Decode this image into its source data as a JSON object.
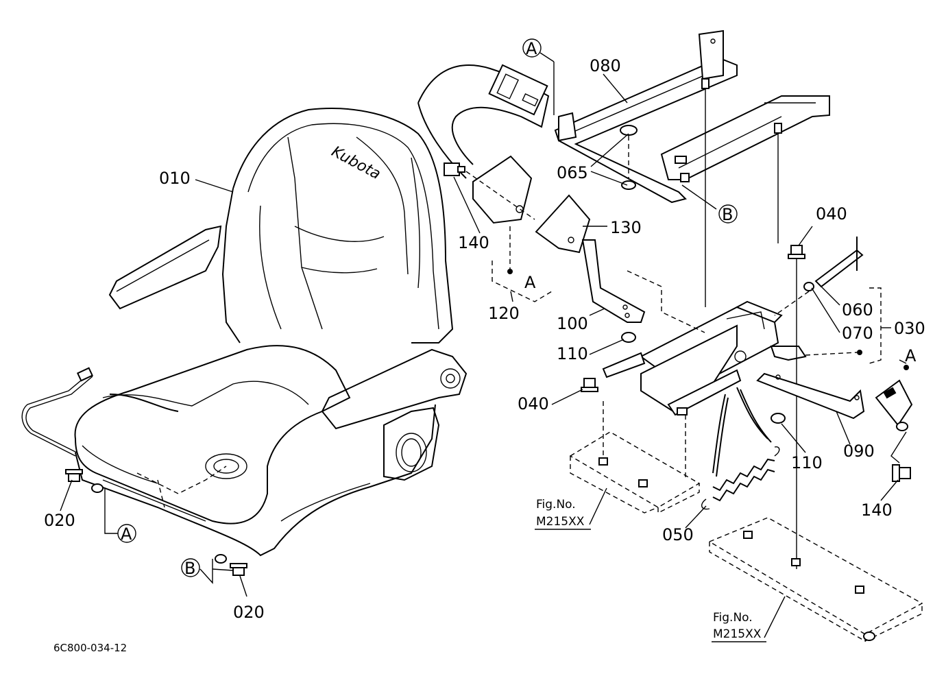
{
  "callouts": {
    "p010": "010",
    "p020a": "020",
    "p020b": "020",
    "p030": "030",
    "p040a": "040",
    "p040b": "040",
    "p050": "050",
    "p060": "060",
    "p065": "065",
    "p070": "070",
    "p080": "080",
    "p090": "090",
    "p100": "100",
    "p110a": "110",
    "p110b": "110",
    "p120": "120",
    "p130": "130",
    "p140a": "140",
    "p140b": "140"
  },
  "refs": {
    "a_top": "A",
    "a_seat": "A",
    "a_belt": "A",
    "a_right": "A",
    "b_rail": "B",
    "b_seat": "B"
  },
  "figrefs": {
    "fig1_line1": "Fig.No.",
    "fig1_line2": "M215XX",
    "fig2_line1": "Fig.No.",
    "fig2_line2": "M215XX"
  },
  "brand": "Kubota",
  "drawing_number": "6C800-034-12"
}
